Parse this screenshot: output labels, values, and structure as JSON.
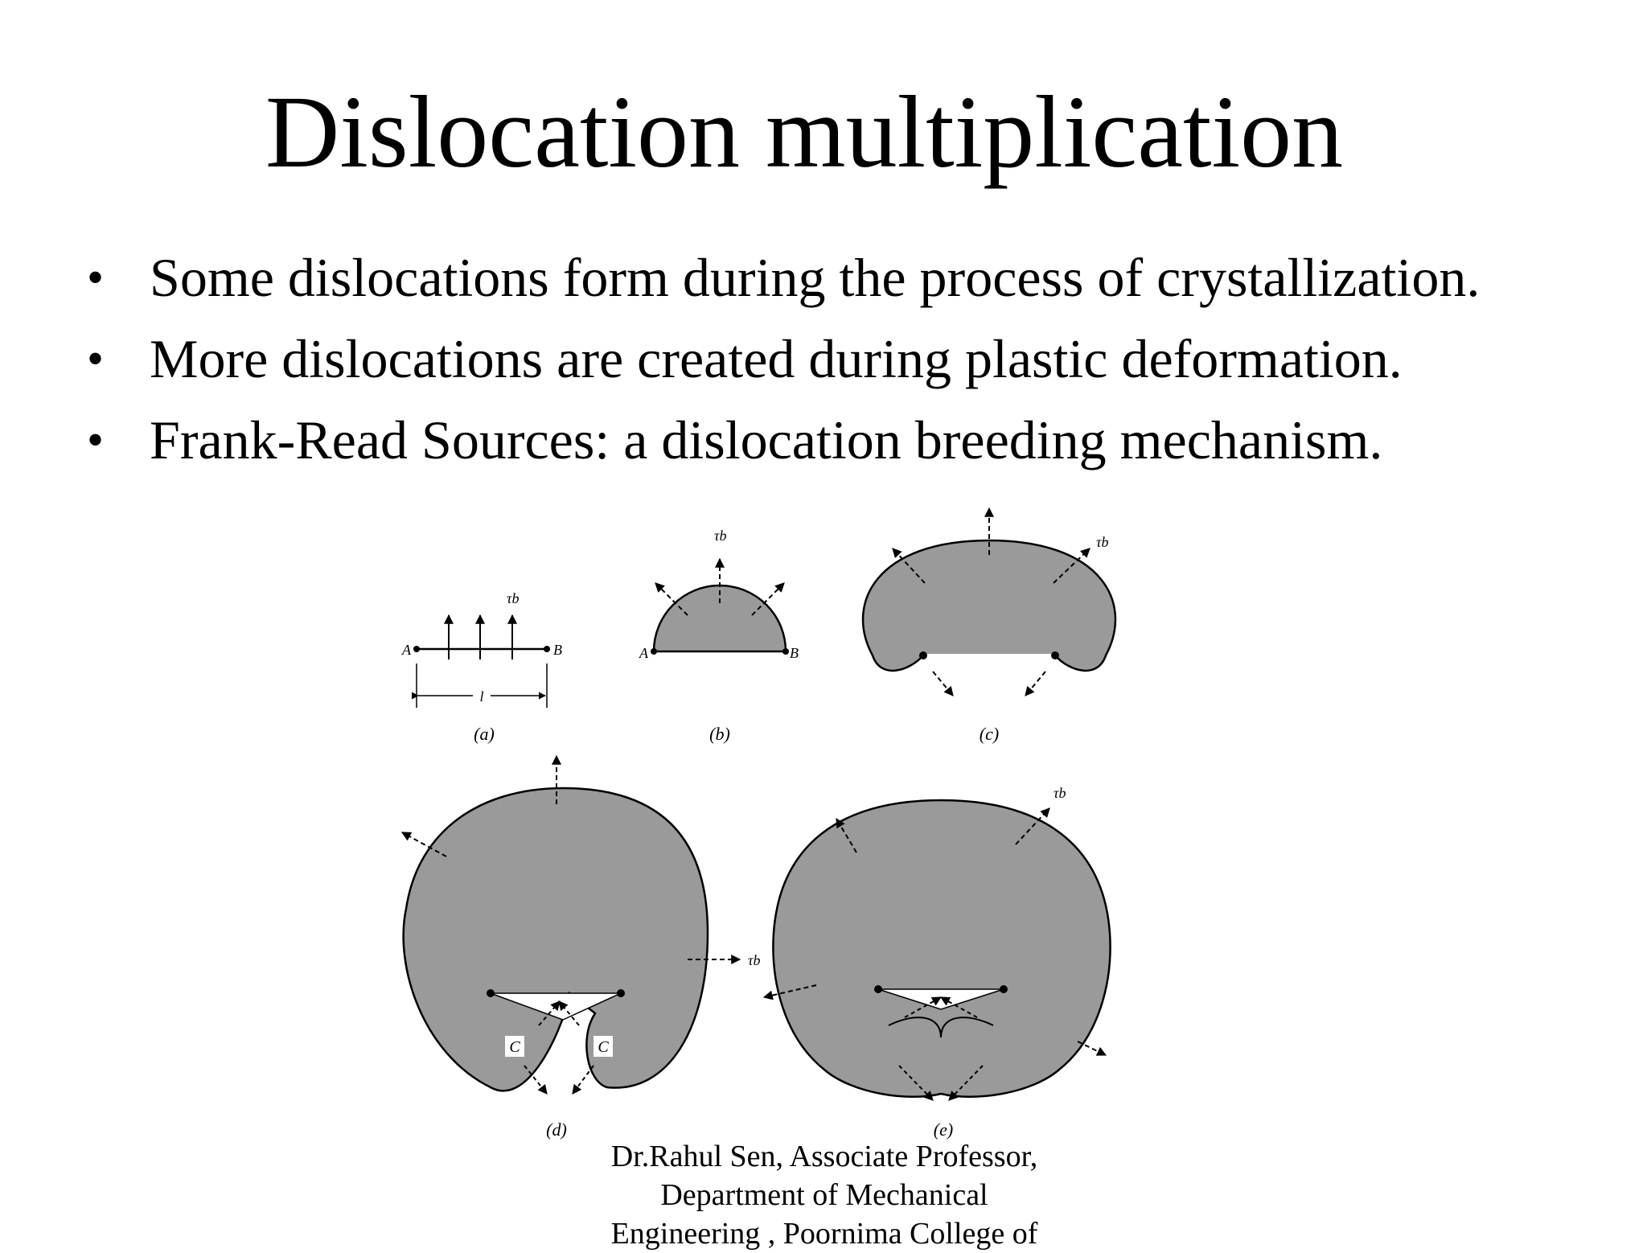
{
  "title": "Dislocation multiplication",
  "bullets": [
    "Some dislocations form during the process of crystallization.",
    "More dislocations are created during plastic deformation.",
    "Frank-Read Sources: a dislocation breeding mechanism."
  ],
  "bullet_glyph": "•",
  "figure": {
    "panel_labels": [
      "(a)",
      "(b)",
      "(c)",
      "(d)",
      "(e)"
    ],
    "point_a": "A",
    "point_b": "B",
    "force_label": "τb",
    "length_label": "l",
    "c_label": "C",
    "fill_color": "#9a9a9a"
  },
  "footer": {
    "line1": "Dr.Rahul Sen, Associate Professor,",
    "line2": "Department of Mechanical",
    "line3": "Engineering , Poornima College of"
  }
}
